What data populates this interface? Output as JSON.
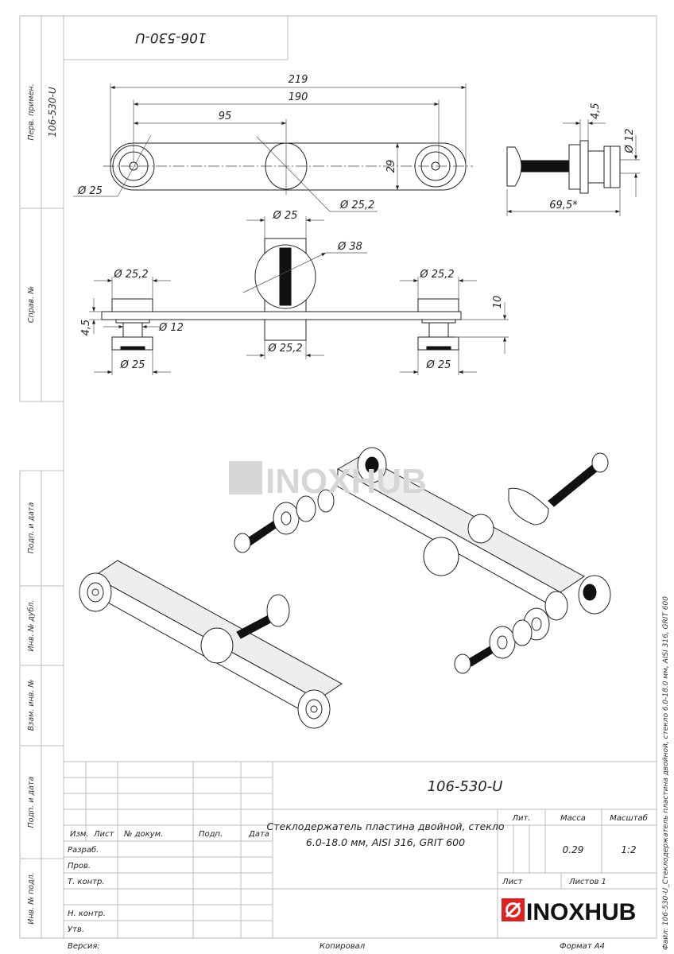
{
  "drawing": {
    "code": "106-530-U",
    "code_rotated": "106-530-U",
    "watermark": "INOXHUB",
    "dimensions": {
      "overall_length": "219",
      "hole_spacing": "190",
      "half_spacing": "95",
      "plate_width": "29",
      "end_diameter": "Ø 25",
      "center_diameter": "Ø 25,2",
      "side_thickness": "4,5",
      "side_diameter": "Ø 12",
      "side_length": "69,5*",
      "front_top_diameter": "Ø 25",
      "front_circle": "Ø 38",
      "front_left_cap": "Ø 25,2",
      "front_right_cap": "Ø 25,2",
      "front_plate_thickness": "4,5",
      "front_stud": "Ø 12",
      "front_height": "10",
      "front_bottom_center": "Ø 25,2",
      "front_left_bottom": "Ø 25",
      "front_right_bottom": "Ø 25"
    }
  },
  "left_strip": {
    "perv_primen_label": "Перв. примен.",
    "perv_primen_value": "106-530-U",
    "sprav_label": "Справ. №",
    "podp_data_1": "Подп. и дата",
    "inv_dubl": "Инв. № дубл.",
    "vzam_inv": "Взам. инв. №",
    "podp_data_2": "Подп. и дата",
    "inv_podl": "Инв. № подл."
  },
  "title_block": {
    "code": "106-530-U",
    "description_line1": "Стеклодержатель пластина двойной, стекло",
    "description_line2": "6.0-18.0 мм, AISI 316, GRIT 600",
    "headers": {
      "izm": "Изм.",
      "list": "Лист",
      "doc_no": "№ докум.",
      "podp": "Подп.",
      "data": "Дата"
    },
    "roles": [
      "Разраб.",
      "Пров.",
      "Т. контр.",
      "Н. контр.",
      "Утв."
    ],
    "lit_label": "Лит.",
    "mass_label": "Масса",
    "scale_label": "Масштаб",
    "mass_value": "0.29",
    "scale_value": "1:2",
    "sheet_label": "Лист",
    "sheets_label": "Листов 1",
    "logo_text": "INOXHUB",
    "logo_color": "#e02020"
  },
  "footer": {
    "version": "Версия:",
    "copied": "Копировал",
    "format": "Формат A4"
  },
  "file_caption": "Файл: 106-530-U_Стеклодержатель пластина двойной, стекло 6.0-18.0 мм, AISI 316, GRIT 600"
}
